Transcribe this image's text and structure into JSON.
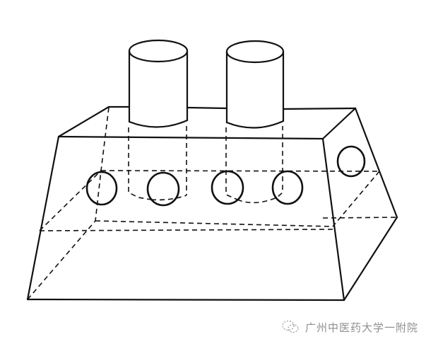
{
  "figure": {
    "type": "technical-line-drawing",
    "subject": "Truncated-pyramid box with two cylinders on top, four round holes on front face and one on the right side face",
    "colors": {
      "line": "#111111",
      "background": "#ffffff",
      "watermark": "#8f8f8f"
    },
    "parts": {
      "cylinders": 2,
      "front_holes": 4,
      "side_holes": 1
    }
  },
  "watermark": {
    "icon": "wechat-icon",
    "text": "广州中医药大学一附院"
  }
}
